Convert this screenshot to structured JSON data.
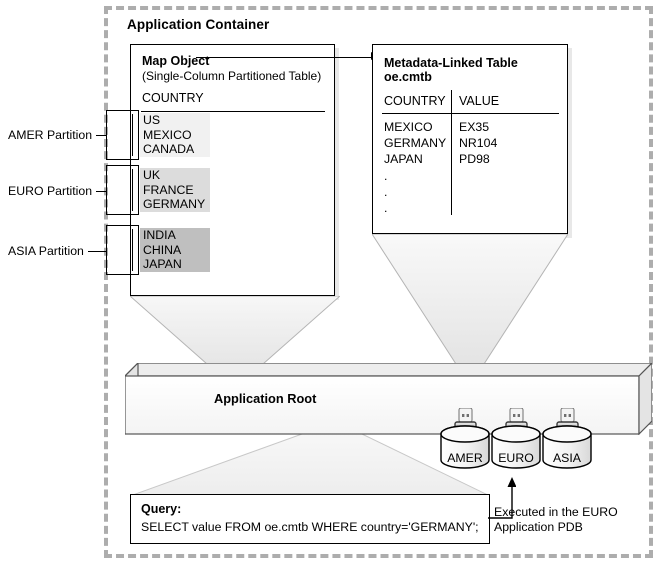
{
  "container": {
    "title": "Application Container"
  },
  "map_object": {
    "title": "Map Object",
    "subtitle": "(Single-Column Partitioned Table)",
    "column": "COUNTRY",
    "partitions": [
      {
        "label": "AMER Partition",
        "shade": "#f1f1f1",
        "values": [
          "US",
          "MEXICO",
          "CANADA"
        ]
      },
      {
        "label": "EURO Partition",
        "shade": "#dcdcdc",
        "values": [
          "UK",
          "FRANCE",
          "GERMANY"
        ]
      },
      {
        "label": "ASIA Partition",
        "shade": "#bfbfbf",
        "values": [
          "INDIA",
          "CHINA",
          "JAPAN"
        ]
      }
    ]
  },
  "metadata_table": {
    "title": "Metadata-Linked Table oe.cmtb",
    "headers": [
      "COUNTRY",
      "VALUE"
    ],
    "rows": [
      {
        "country": "MEXICO",
        "value": "EX35"
      },
      {
        "country": "GERMANY",
        "value": "NR104"
      },
      {
        "country": "JAPAN",
        "value": "PD98"
      }
    ],
    "continuation": [
      ".",
      ".",
      "."
    ]
  },
  "application_root": {
    "label": "Application Root"
  },
  "pdbs": [
    {
      "name": "AMER"
    },
    {
      "name": "EURO"
    },
    {
      "name": "ASIA"
    }
  ],
  "query": {
    "title": "Query:",
    "statement": "SELECT value FROM oe.cmtb WHERE country='GERMANY';"
  },
  "annotation": {
    "text": "Executed in the EURO Application PDB"
  }
}
